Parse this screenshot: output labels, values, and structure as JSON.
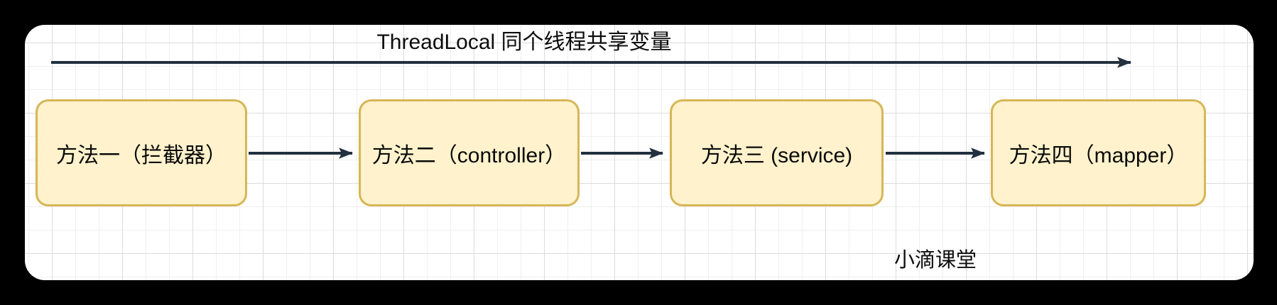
{
  "diagram": {
    "title": "ThreadLocal 同个线程共享变量",
    "watermark": "小滴课堂",
    "nodes": [
      {
        "id": "method1",
        "label": "方法一（拦截器）"
      },
      {
        "id": "method2",
        "label": "方法二（controller）"
      },
      {
        "id": "method3",
        "label": "方法三 (service)"
      },
      {
        "id": "method4",
        "label": "方法四（mapper）"
      }
    ],
    "edges": [
      {
        "from": "method1",
        "to": "method2"
      },
      {
        "from": "method2",
        "to": "method3"
      },
      {
        "from": "method3",
        "to": "method4"
      }
    ],
    "thread_arrow": {
      "description": "long left-to-right arrow spanning all methods",
      "label": "ThreadLocal 同个线程共享变量"
    },
    "colors": {
      "node_fill": "#FFF2CC",
      "node_border": "#D6B656",
      "arrow_stroke": "#22303F",
      "canvas_background": "#FFFFFF",
      "frame_background": "#000000",
      "grid_minor": "#EFEFEF",
      "grid_major": "#DCDCDC"
    }
  }
}
